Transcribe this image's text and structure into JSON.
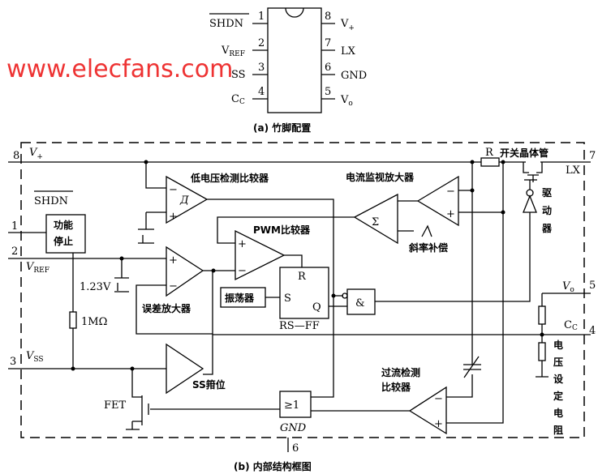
{
  "pinout": {
    "left_pins": [
      {
        "num": "1",
        "name": "SHDN",
        "sub": "",
        "overline": true
      },
      {
        "num": "2",
        "name": "V",
        "sub": "REF"
      },
      {
        "num": "3",
        "name": "SS",
        "sub": ""
      },
      {
        "num": "4",
        "name": "C",
        "sub": "C"
      }
    ],
    "right_pins": [
      {
        "num": "8",
        "name": "V",
        "sub": "+"
      },
      {
        "num": "7",
        "name": "LX",
        "sub": ""
      },
      {
        "num": "6",
        "name": "GND",
        "sub": ""
      },
      {
        "num": "5",
        "name": "V",
        "sub": "o"
      }
    ],
    "caption": "(a) 竹脚配置"
  },
  "block": {
    "pins": {
      "p8": "8",
      "p1": "1",
      "p2": "2",
      "p3": "3",
      "p7": "7",
      "p5": "5",
      "p4": "4",
      "p6": "6"
    },
    "labels": {
      "vplus": "V",
      "vplus_sub": "+",
      "shdn": "SHDN",
      "vref": "V",
      "vref_sub": "REF",
      "vss": "V",
      "vss_sub": "SS",
      "v123": "1.23V",
      "r1m": "1MΩ",
      "func_stop_1": "功能",
      "func_stop_2": "停止",
      "low_v_comp": "低电压检测比较器",
      "pwm_comp": "PWM比较器",
      "err_amp": "误差放大器",
      "oscillator": "振荡器",
      "rs_r": "R",
      "rs_s": "S",
      "rs_q": "Q",
      "rs_ff": "RS—FF",
      "and": "&",
      "or": "≥1",
      "gnd": "GND",
      "ss_clamp": "SS箝位",
      "fet": "FET",
      "cur_mon": "电流监视放大器",
      "sigma": "Σ",
      "slope_comp": "斜率补偿",
      "r": "R",
      "switch": "开关晶体管",
      "lx": "LX",
      "driver": [
        "驱",
        "动",
        "器"
      ],
      "vo": "V",
      "vo_sub": "o",
      "cc": "C",
      "cc_sub": "C",
      "oc_comp_1": "过流检测",
      "oc_comp_2": "比较器",
      "vset": [
        "电",
        "压",
        "设",
        "定",
        "电",
        "阻"
      ],
      "plus": "+",
      "minus": "−"
    },
    "caption": "(b) 内部结构框图"
  },
  "watermark": "www.elecfans.com"
}
